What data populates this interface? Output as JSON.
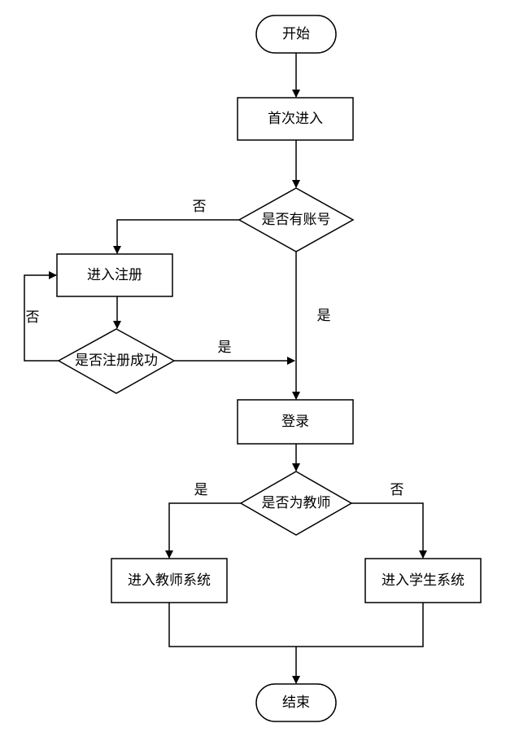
{
  "nodes": {
    "start": "开始",
    "first_enter": "首次进入",
    "has_account": "是否有账号",
    "register": "进入注册",
    "register_success": "是否注册成功",
    "login": "登录",
    "is_teacher": "是否为教师",
    "teacher_system": "进入教师系统",
    "student_system": "进入学生系统",
    "end": "结束"
  },
  "edges": {
    "has_account_no": "否",
    "has_account_yes": "是",
    "register_no": "否",
    "register_yes": "是",
    "teacher_yes": "是",
    "teacher_no": "否"
  }
}
